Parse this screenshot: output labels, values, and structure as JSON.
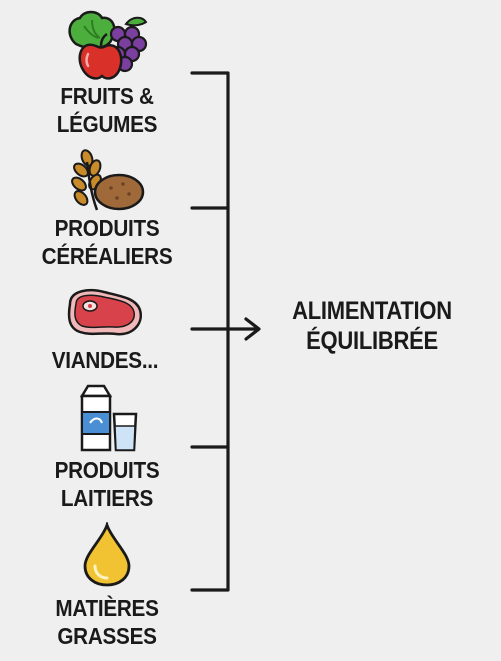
{
  "categories": [
    {
      "id": "fruits",
      "label_lines": [
        "FRUITS &",
        "LÉGUMES"
      ],
      "icon": "fruits-vegetables-icon"
    },
    {
      "id": "cereals",
      "label_lines": [
        "PRODUITS",
        "CÉRÉALIERS"
      ],
      "icon": "wheat-potato-icon"
    },
    {
      "id": "meat",
      "label_lines": [
        "VIANDES..."
      ],
      "icon": "steak-icon"
    },
    {
      "id": "dairy",
      "label_lines": [
        "PRODUITS",
        "LAITIERS"
      ],
      "icon": "milk-carton-glass-icon"
    },
    {
      "id": "fats",
      "label_lines": [
        "MATIÈRES",
        "GRASSES"
      ],
      "icon": "oil-drop-icon"
    }
  ],
  "result": {
    "lines": [
      "ALIMENTATION",
      "ÉQUILIBRÉE"
    ]
  },
  "colors": {
    "background": "#efefef",
    "text": "#1a1a1a",
    "line": "#1a1a1a",
    "apple": "#d9302a",
    "lettuce": "#4caf3d",
    "grapes": "#7b3fa0",
    "wheat": "#c98a2a",
    "potato": "#a0693a",
    "meat": "#d8424a",
    "milk": "#4a8fd4",
    "oil": "#f1c232"
  }
}
